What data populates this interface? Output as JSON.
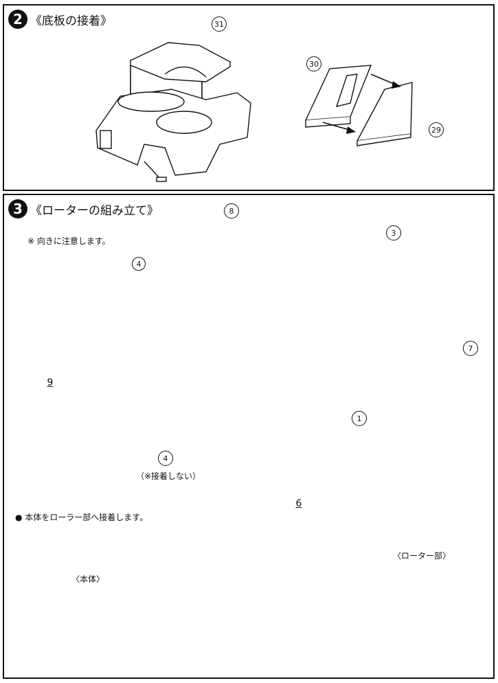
{
  "step2": {
    "badge": "2",
    "title": "《底板の接着》",
    "parts": {
      "p31": "31",
      "p30": "30",
      "p29": "29"
    }
  },
  "step3": {
    "badge": "3",
    "title": "《ローターの組み立て》",
    "note": "※ 向きに注意します。",
    "inset_part": "4",
    "parts": {
      "p8": "8",
      "p3": "3",
      "p7": "7",
      "p9": "9",
      "p1": "1",
      "p4": "4",
      "p6": "6"
    },
    "no_glue": "（※接着しない）",
    "bullet_note": "● 本体をローラー部へ接着します。",
    "body_label": "〈本体〉",
    "rotor_label": "〈ローター部〉"
  },
  "colors": {
    "ink": "#111111",
    "screen": "#bdbdbd",
    "paper": "#ffffff"
  }
}
